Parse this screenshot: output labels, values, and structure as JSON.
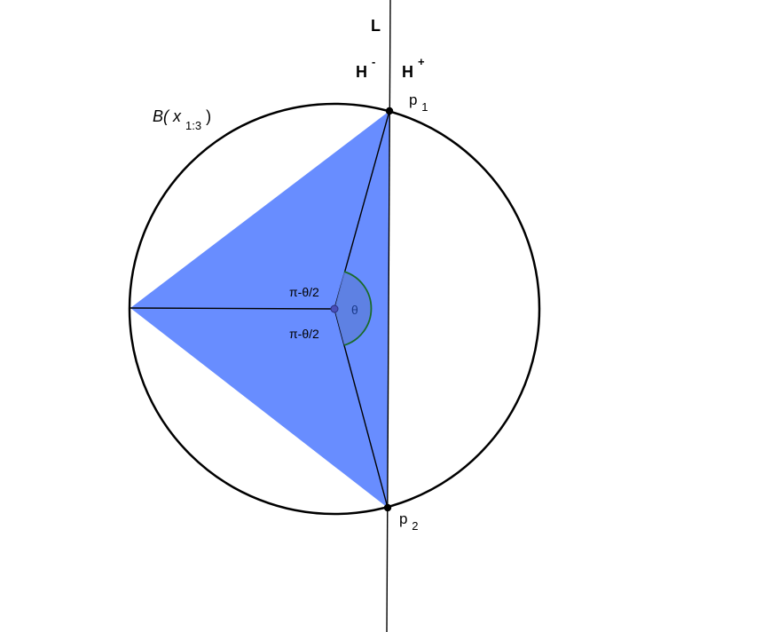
{
  "labels": {
    "line": "L",
    "halfspace_minus": "H",
    "halfspace_minus_sup": "-",
    "halfspace_plus": "H",
    "halfspace_plus_sup": "+",
    "point1_base": "p",
    "point1_sub": "1",
    "point2_base": "p",
    "point2_sub": "2",
    "ball_prefix": "B(",
    "ball_var": "x",
    "ball_sub": "1:3",
    "ball_suffix": ")",
    "angle_upper": "π-θ/2",
    "angle_lower": "π-θ/2",
    "angle_theta": "θ"
  },
  "colors": {
    "triangle_fill": "#4d79ff",
    "triangle_opacity": 0.85,
    "circle_stroke": "#000000",
    "line_stroke": "#000000",
    "arc_stroke": "#1a6b2a",
    "arc_fill": "#5d7fe0",
    "center_point": "#4a4fb8",
    "vertex_point": "#000000"
  }
}
